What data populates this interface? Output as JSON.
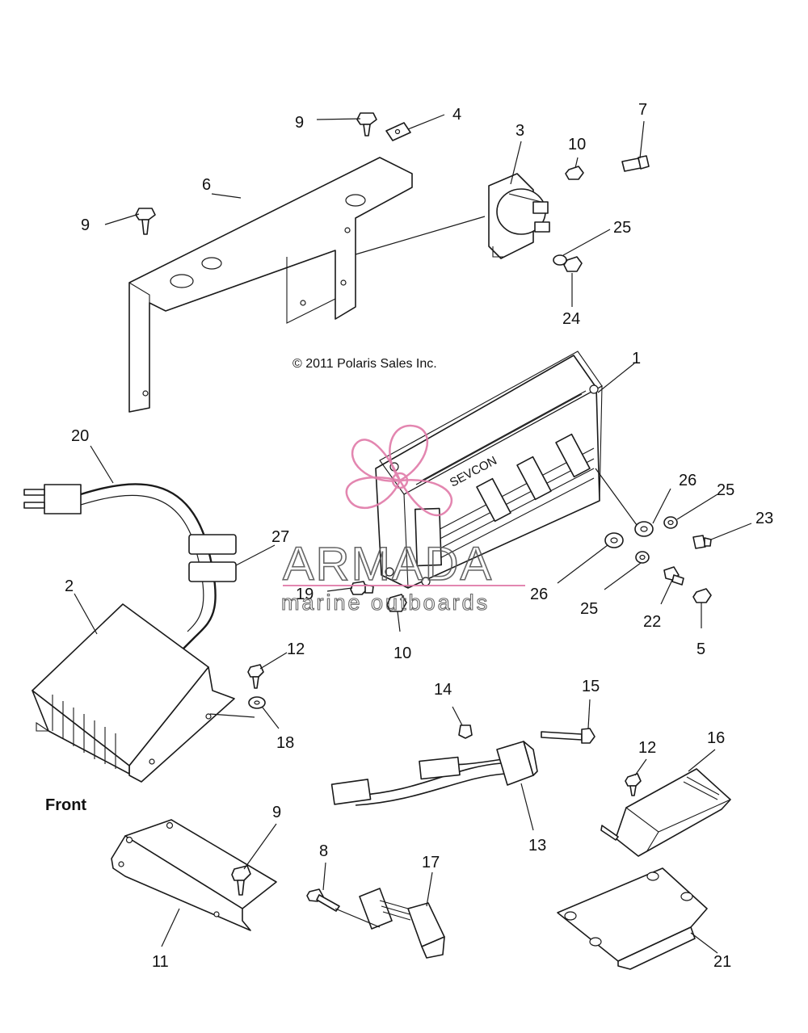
{
  "diagram": {
    "copyright": "© 2011 Polaris Sales Inc.",
    "front_label": "Front",
    "controller_brand": "SEVCON",
    "watermark": {
      "brand": "ARMADA",
      "tagline": "marine outboards",
      "accent_color": "#e07aa8"
    },
    "callouts": [
      "1",
      "2",
      "3",
      "4",
      "5",
      "6",
      "7",
      "8",
      "9",
      "9",
      "9",
      "10",
      "10",
      "11",
      "12",
      "12",
      "13",
      "14",
      "15",
      "16",
      "17",
      "18",
      "19",
      "20",
      "21",
      "22",
      "23",
      "24",
      "25",
      "25",
      "25",
      "26",
      "26",
      "27"
    ]
  }
}
